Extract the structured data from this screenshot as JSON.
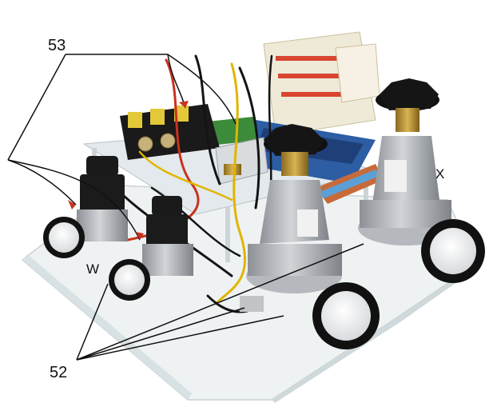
{
  "labels": {
    "l53": "53",
    "l52": "52",
    "w": "W",
    "x": "X"
  },
  "colors": {
    "background": "#ffffff",
    "gauge_body": "#1c1c1c",
    "regulator_body": "#b9bcc0",
    "knob": "#151515",
    "acrylic": "#e9eef0",
    "wire_red": "#c8321e",
    "wire_yellow": "#e1b400",
    "wire_black": "#141414",
    "circuit_blue": "#2c5aa0"
  }
}
